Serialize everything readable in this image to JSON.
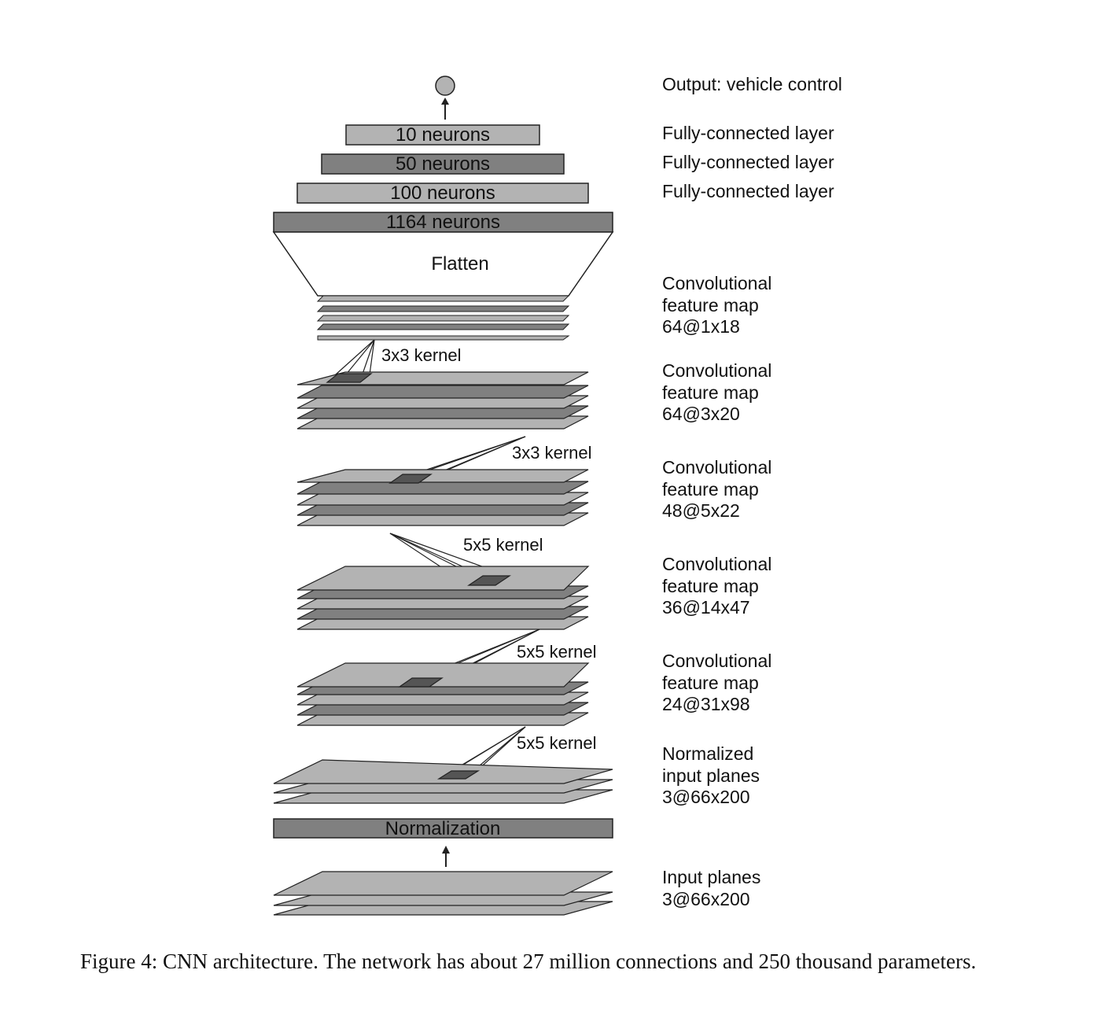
{
  "layers": {
    "output": "Output: vehicle control",
    "fc10": {
      "box": "10 neurons",
      "desc": "Fully-connected layer"
    },
    "fc50": {
      "box": "50 neurons",
      "desc": "Fully-connected layer"
    },
    "fc100": {
      "box": "100 neurons",
      "desc": "Fully-connected layer"
    },
    "fc1164": {
      "box": "1164 neurons"
    },
    "flatten": "Flatten",
    "conv5": {
      "line1": "Convolutional",
      "line2": "feature map",
      "line3": "64@1x18"
    },
    "conv4": {
      "line1": "Convolutional",
      "line2": "feature map",
      "line3": "64@3x20"
    },
    "conv3": {
      "line1": "Convolutional",
      "line2": "feature map",
      "line3": "48@5x22"
    },
    "conv2": {
      "line1": "Convolutional",
      "line2": "feature map",
      "line3": "36@14x47"
    },
    "conv1": {
      "line1": "Convolutional",
      "line2": "feature map",
      "line3": "24@31x98"
    },
    "normalized": {
      "line1": "Normalized",
      "line2": "input planes",
      "line3": "3@66x200"
    },
    "normalization": "Normalization",
    "input": {
      "line1": "Input planes",
      "line2": "3@66x200"
    }
  },
  "kernels": {
    "k1": "3x3 kernel",
    "k2": "3x3 kernel",
    "k3": "5x5 kernel",
    "k4": "5x5 kernel",
    "k5": "5x5 kernel"
  },
  "colors": {
    "light": "#b3b3b3",
    "medium": "#a6a6a6",
    "dark": "#808080",
    "darkest": "#555555",
    "stroke": "#222222"
  },
  "caption": "Figure 4:  CNN architecture.  The network has about 27 million connections and 250 thousand parameters."
}
